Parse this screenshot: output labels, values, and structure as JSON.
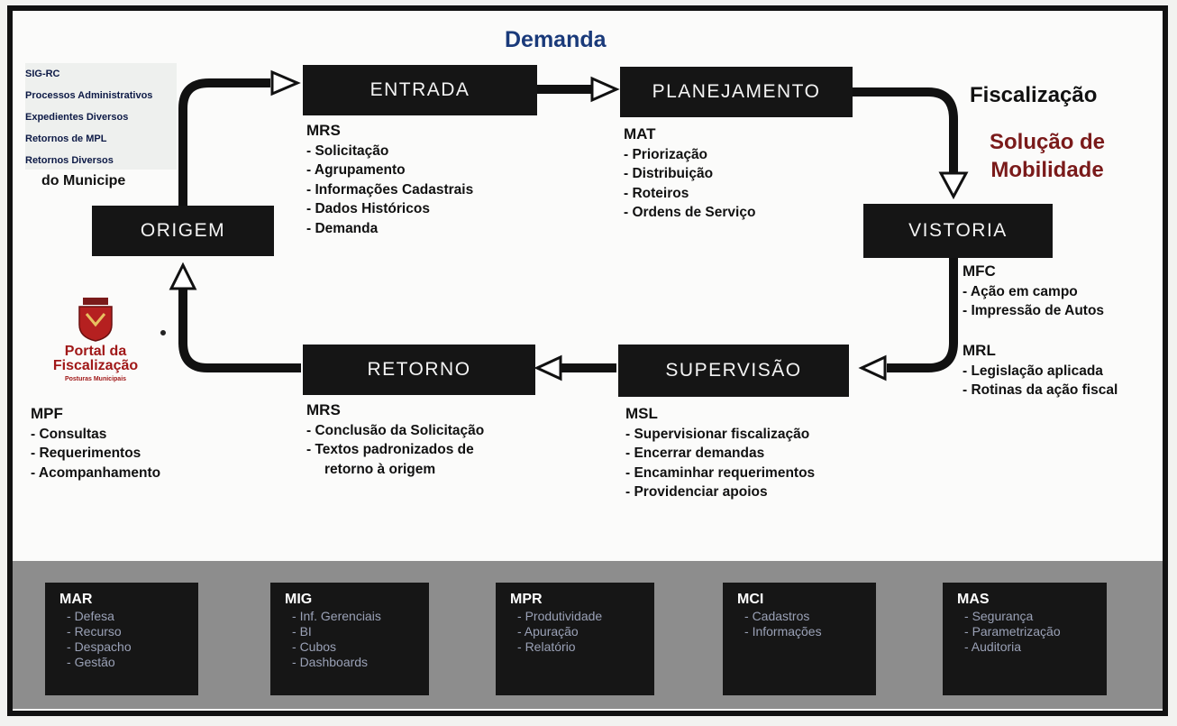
{
  "title": "Demanda",
  "sidebar": {
    "items": [
      "SIG-RC",
      "Processos Administrativos",
      "Expedientes Diversos",
      "Retornos de MPL",
      "Retornos Diversos"
    ],
    "last": "do Municipe"
  },
  "boxes": {
    "entrada": "ENTRADA",
    "planejamento": "PLANEJAMENTO",
    "vistoria": "VISTORIA",
    "supervisao": "SUPERVISÃO",
    "retorno": "RETORNO",
    "origem": "ORIGEM"
  },
  "entrada_block": {
    "heading": "MRS",
    "items": [
      "- Solicitação",
      "- Agrupamento",
      "- Informações Cadastrais",
      "- Dados Históricos",
      "- Demanda"
    ]
  },
  "planejamento_block": {
    "heading": "MAT",
    "items": [
      "- Priorização",
      "- Distribuição",
      "- Roteiros",
      "- Ordens de Serviço"
    ]
  },
  "right": {
    "fiscalizacao": "Fiscalização",
    "solucao_line1": "Solução de",
    "solucao_line2": "Mobilidade",
    "solucao_color": "#7a1a1a"
  },
  "vistoria_block": {
    "heading": "MFC",
    "items": [
      "- Ação em campo",
      "- Impressão de Autos"
    ]
  },
  "mrl_block": {
    "heading": "MRL",
    "items": [
      "- Legislação aplicada",
      "- Rotinas da ação fiscal"
    ]
  },
  "supervisao_block": {
    "heading": "MSL",
    "items": [
      "- Supervisionar fiscalização",
      "- Encerrar demandas",
      "- Encaminhar requerimentos",
      "- Providenciar apoios"
    ]
  },
  "retorno_block": {
    "heading": "MRS",
    "items": [
      "- Conclusão da Solicitação",
      "- Textos padronizados de",
      "retorno à origem"
    ]
  },
  "mpf_block": {
    "heading": "MPF",
    "items": [
      "- Consultas",
      "- Requerimentos",
      "- Acompanhamento"
    ]
  },
  "logo": {
    "line1": "Portal da",
    "line2": "Fiscalização",
    "line3": "Posturas Municipais",
    "icon": "city-coat-of-arms-icon"
  },
  "modules": [
    {
      "heading": "MAR",
      "items": [
        "Defesa",
        "Recurso",
        "Despacho",
        "Gestão"
      ]
    },
    {
      "heading": "MIG",
      "items": [
        "Inf. Gerenciais",
        "BI",
        "Cubos",
        "Dashboards"
      ]
    },
    {
      "heading": "MPR",
      "items": [
        "Produtividade",
        "Apuração",
        "Relatório"
      ]
    },
    {
      "heading": "MCI",
      "items": [
        "Cadastros",
        "Informações"
      ]
    },
    {
      "heading": "MAS",
      "items": [
        "Segurança",
        "Parametrização",
        "Auditoria"
      ]
    }
  ]
}
